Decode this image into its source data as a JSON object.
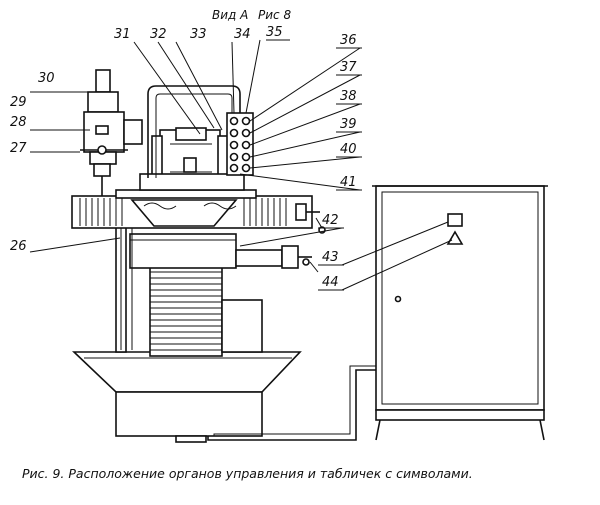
{
  "view_title": "Вид А",
  "view_ref": "Рис 8",
  "caption": "Рис. 9. Расположение органов управления и табличек с символами.",
  "callouts": [
    "26",
    "27",
    "28",
    "29",
    "30",
    "31",
    "32",
    "33",
    "34",
    "35",
    "36",
    "37",
    "38",
    "39",
    "40",
    "41",
    "42",
    "43",
    "44"
  ]
}
